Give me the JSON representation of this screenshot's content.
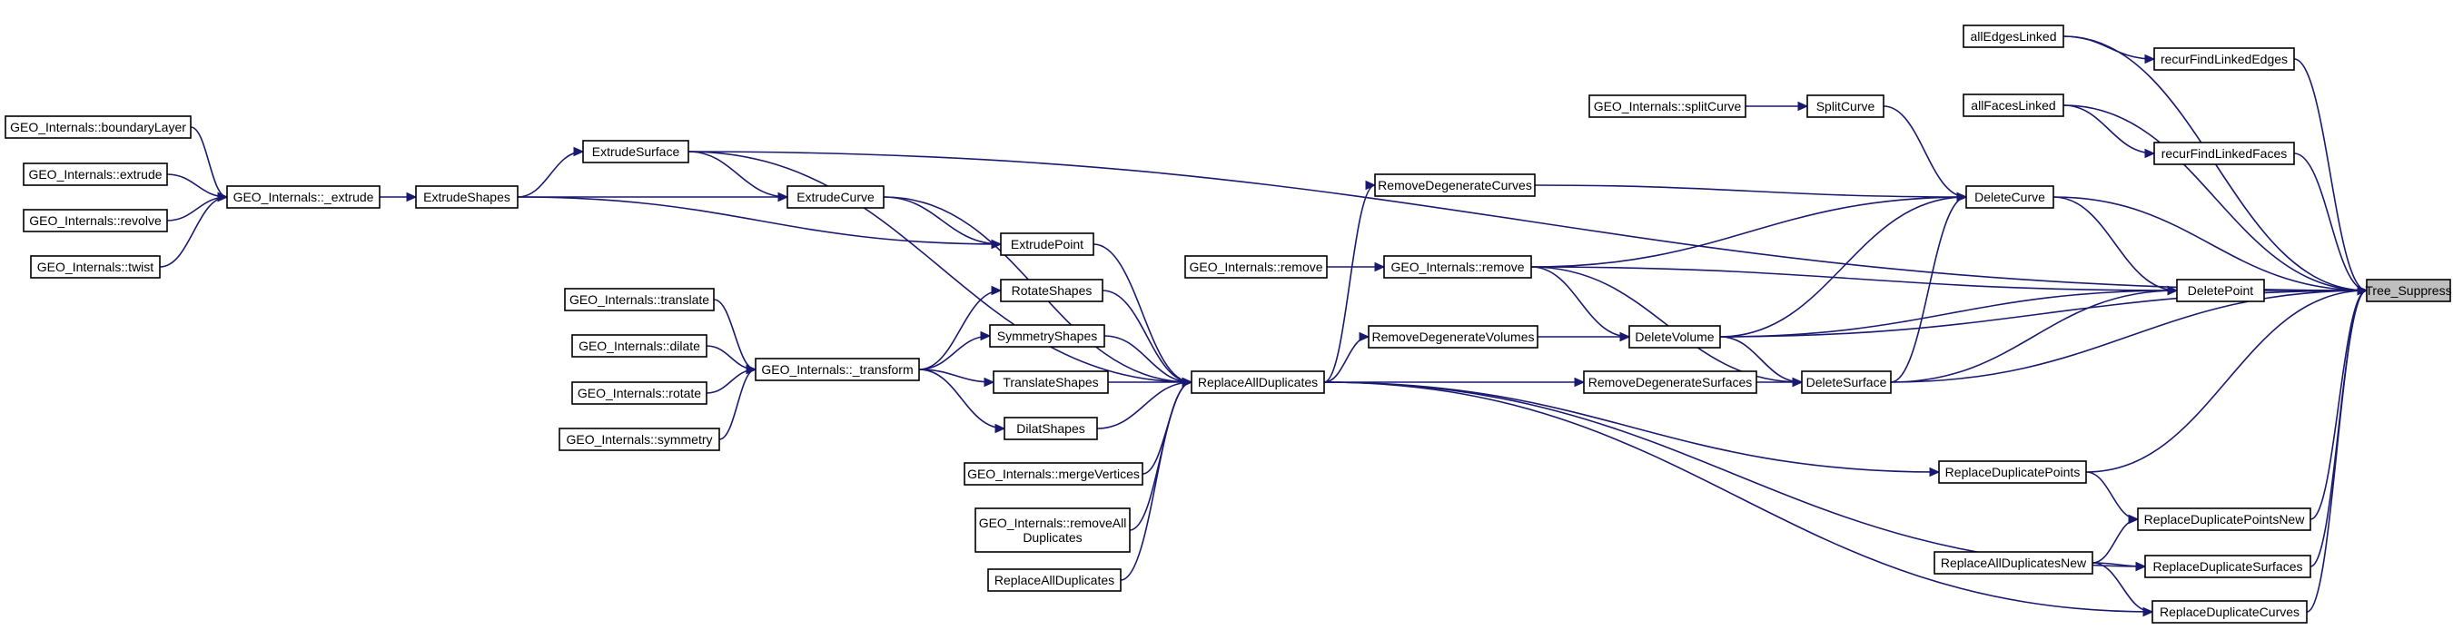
{
  "graph": {
    "colors": {
      "edge": "#191970",
      "node_border": "#000000",
      "root_fill": "#bfbfbf",
      "node_fill": "#ffffff"
    },
    "nodes": [
      {
        "id": "allEdgesLinked",
        "label": "allEdgesLinked"
      },
      {
        "id": "recurFindLinkedEdges",
        "label": "recurFindLinkedEdges"
      },
      {
        "id": "allFacesLinked",
        "label": "allFacesLinked"
      },
      {
        "id": "recurFindLinkedFaces",
        "label": "recurFindLinkedFaces"
      },
      {
        "id": "gi_splitCurve",
        "label": "GEO_Internals::splitCurve"
      },
      {
        "id": "SplitCurve",
        "label": "SplitCurve"
      },
      {
        "id": "DeleteCurve",
        "label": "DeleteCurve"
      },
      {
        "id": "RemoveDegenerateCurves",
        "label": "RemoveDegenerateCurves"
      },
      {
        "id": "gi_remove_a",
        "label": "GEO_Internals::remove"
      },
      {
        "id": "gi_remove_b",
        "label": "GEO_Internals::remove"
      },
      {
        "id": "DeletePoint",
        "label": "DeletePoint"
      },
      {
        "id": "Tree_Suppress",
        "label": "Tree_Suppress",
        "root": true
      },
      {
        "id": "RemoveDegenerateVolumes",
        "label": "RemoveDegenerateVolumes"
      },
      {
        "id": "DeleteVolume",
        "label": "DeleteVolume"
      },
      {
        "id": "RemoveDegenerateSurfaces",
        "label": "RemoveDegenerateSurfaces"
      },
      {
        "id": "DeleteSurface",
        "label": "DeleteSurface"
      },
      {
        "id": "ReplaceAllDuplicates",
        "label": "ReplaceAllDuplicates"
      },
      {
        "id": "ReplaceDuplicatePoints",
        "label": "ReplaceDuplicatePoints"
      },
      {
        "id": "ReplaceDuplicatePointsNew",
        "label": "ReplaceDuplicatePointsNew"
      },
      {
        "id": "ReplaceAllDuplicatesNew",
        "label": "ReplaceAllDuplicatesNew"
      },
      {
        "id": "ReplaceDuplicateSurfaces",
        "label": "ReplaceDuplicateSurfaces"
      },
      {
        "id": "ReplaceDuplicateCurves",
        "label": "ReplaceDuplicateCurves"
      },
      {
        "id": "gi_boundaryLayer",
        "label": "GEO_Internals::boundaryLayer"
      },
      {
        "id": "gi_extrude",
        "label": "GEO_Internals::extrude"
      },
      {
        "id": "gi_revolve",
        "label": "GEO_Internals::revolve"
      },
      {
        "id": "gi_twist",
        "label": "GEO_Internals::twist"
      },
      {
        "id": "gi__extrude",
        "label": "GEO_Internals::_extrude"
      },
      {
        "id": "ExtrudeShapes",
        "label": "ExtrudeShapes"
      },
      {
        "id": "ExtrudeSurface",
        "label": "ExtrudeSurface"
      },
      {
        "id": "ExtrudeCurve",
        "label": "ExtrudeCurve"
      },
      {
        "id": "ExtrudePoint",
        "label": "ExtrudePoint"
      },
      {
        "id": "gi_translate",
        "label": "GEO_Internals::translate"
      },
      {
        "id": "gi_dilate",
        "label": "GEO_Internals::dilate"
      },
      {
        "id": "gi_rotate",
        "label": "GEO_Internals::rotate"
      },
      {
        "id": "gi_symmetry",
        "label": "GEO_Internals::symmetry"
      },
      {
        "id": "gi__transform",
        "label": "GEO_Internals::_transform"
      },
      {
        "id": "RotateShapes",
        "label": "RotateShapes"
      },
      {
        "id": "SymmetryShapes",
        "label": "SymmetryShapes"
      },
      {
        "id": "TranslateShapes",
        "label": "TranslateShapes"
      },
      {
        "id": "DilatShapes",
        "label": "DilatShapes"
      },
      {
        "id": "gi_mergeVertices",
        "label": "GEO_Internals::mergeVertices"
      },
      {
        "id": "gi_removeAllDuplicates",
        "label": "GEO_Internals::removeAll\nDuplicates"
      },
      {
        "id": "ReplaceAllDuplicates_b",
        "label": "ReplaceAllDuplicates"
      }
    ],
    "edges": [
      [
        "allEdgesLinked",
        "recurFindLinkedEdges"
      ],
      [
        "allEdgesLinked",
        "Tree_Suppress"
      ],
      [
        "recurFindLinkedEdges",
        "Tree_Suppress"
      ],
      [
        "allFacesLinked",
        "recurFindLinkedFaces"
      ],
      [
        "allFacesLinked",
        "Tree_Suppress"
      ],
      [
        "recurFindLinkedFaces",
        "Tree_Suppress"
      ],
      [
        "gi_splitCurve",
        "SplitCurve"
      ],
      [
        "SplitCurve",
        "DeleteCurve"
      ],
      [
        "RemoveDegenerateCurves",
        "DeleteCurve"
      ],
      [
        "gi_remove_b",
        "DeleteCurve"
      ],
      [
        "DeleteCurve",
        "Tree_Suppress"
      ],
      [
        "DeleteCurve",
        "DeletePoint"
      ],
      [
        "gi_remove_a",
        "gi_remove_b"
      ],
      [
        "gi_remove_b",
        "DeletePoint"
      ],
      [
        "gi_remove_b",
        "DeleteVolume"
      ],
      [
        "gi_remove_b",
        "DeleteSurface"
      ],
      [
        "DeletePoint",
        "Tree_Suppress"
      ],
      [
        "RemoveDegenerateVolumes",
        "DeleteVolume"
      ],
      [
        "DeleteVolume",
        "DeleteCurve"
      ],
      [
        "DeleteVolume",
        "DeletePoint"
      ],
      [
        "DeleteVolume",
        "DeleteSurface"
      ],
      [
        "DeleteVolume",
        "Tree_Suppress"
      ],
      [
        "RemoveDegenerateSurfaces",
        "DeleteSurface"
      ],
      [
        "DeleteSurface",
        "DeleteCurve"
      ],
      [
        "DeleteSurface",
        "DeletePoint"
      ],
      [
        "DeleteSurface",
        "Tree_Suppress"
      ],
      [
        "ReplaceAllDuplicates",
        "RemoveDegenerateCurves"
      ],
      [
        "ReplaceAllDuplicates",
        "RemoveDegenerateVolumes"
      ],
      [
        "ReplaceAllDuplicates",
        "RemoveDegenerateSurfaces"
      ],
      [
        "ReplaceAllDuplicates",
        "ReplaceDuplicatePoints"
      ],
      [
        "ReplaceAllDuplicates",
        "ReplaceDuplicateSurfaces"
      ],
      [
        "ReplaceAllDuplicates",
        "ReplaceDuplicateCurves"
      ],
      [
        "ReplaceDuplicatePoints",
        "Tree_Suppress"
      ],
      [
        "ReplaceDuplicatePoints",
        "ReplaceDuplicatePointsNew"
      ],
      [
        "ReplaceDuplicatePointsNew",
        "Tree_Suppress"
      ],
      [
        "ReplaceAllDuplicatesNew",
        "ReplaceDuplicatePointsNew"
      ],
      [
        "ReplaceAllDuplicatesNew",
        "ReplaceDuplicateSurfaces"
      ],
      [
        "ReplaceAllDuplicatesNew",
        "ReplaceDuplicateCurves"
      ],
      [
        "ReplaceDuplicateSurfaces",
        "Tree_Suppress"
      ],
      [
        "ReplaceDuplicateCurves",
        "Tree_Suppress"
      ],
      [
        "gi_boundaryLayer",
        "gi__extrude"
      ],
      [
        "gi_extrude",
        "gi__extrude"
      ],
      [
        "gi_revolve",
        "gi__extrude"
      ],
      [
        "gi_twist",
        "gi__extrude"
      ],
      [
        "gi__extrude",
        "ExtrudeShapes"
      ],
      [
        "ExtrudeShapes",
        "ExtrudeSurface"
      ],
      [
        "ExtrudeShapes",
        "ExtrudeCurve"
      ],
      [
        "ExtrudeShapes",
        "ExtrudePoint"
      ],
      [
        "ExtrudeSurface",
        "Tree_Suppress"
      ],
      [
        "ExtrudeSurface",
        "ExtrudeCurve"
      ],
      [
        "ExtrudeSurface",
        "ReplaceAllDuplicates"
      ],
      [
        "ExtrudeCurve",
        "ExtrudePoint"
      ],
      [
        "ExtrudeCurve",
        "ReplaceAllDuplicates"
      ],
      [
        "ExtrudePoint",
        "ReplaceAllDuplicates"
      ],
      [
        "gi_translate",
        "gi__transform"
      ],
      [
        "gi_dilate",
        "gi__transform"
      ],
      [
        "gi_rotate",
        "gi__transform"
      ],
      [
        "gi_symmetry",
        "gi__transform"
      ],
      [
        "gi__transform",
        "RotateShapes"
      ],
      [
        "gi__transform",
        "SymmetryShapes"
      ],
      [
        "gi__transform",
        "TranslateShapes"
      ],
      [
        "gi__transform",
        "DilatShapes"
      ],
      [
        "RotateShapes",
        "ReplaceAllDuplicates"
      ],
      [
        "SymmetryShapes",
        "ReplaceAllDuplicates"
      ],
      [
        "TranslateShapes",
        "ReplaceAllDuplicates"
      ],
      [
        "DilatShapes",
        "ReplaceAllDuplicates"
      ],
      [
        "gi_mergeVertices",
        "ReplaceAllDuplicates"
      ],
      [
        "gi_removeAllDuplicates",
        "ReplaceAllDuplicates"
      ],
      [
        "ReplaceAllDuplicates_b",
        "ReplaceAllDuplicates"
      ]
    ]
  }
}
